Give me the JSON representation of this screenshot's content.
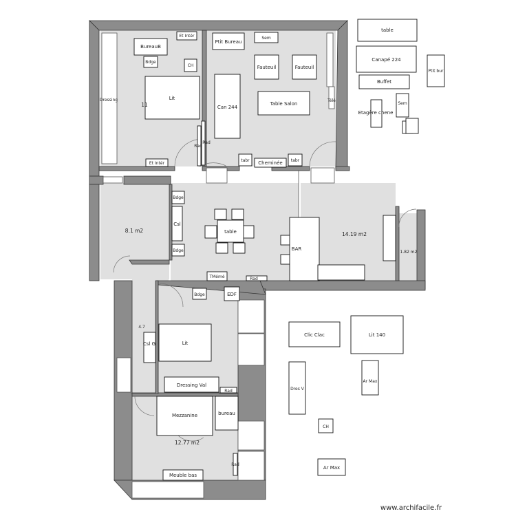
{
  "watermark": "www.archifacile.fr",
  "rooms": {
    "bedroom1_area": "11",
    "left_area": "8.1 m2",
    "right_area": "14.19 m2",
    "small_area": "1.82 m2",
    "bedroom2_area": "4.7",
    "mezz_area": "12.77 m2"
  },
  "furniture": {
    "et_inter_top": "Et Intér",
    "bureau_b": "BureauB",
    "bdge1": "Bdge",
    "ch1": "CH",
    "lit1": "Lit",
    "dressing": "Dressing",
    "rad1": "Rad",
    "rad2": "Rad",
    "et_inter_bottom": "Et Intér",
    "ptit_bureau": "Ptit Bureau",
    "sem1": "Sem",
    "fauteuil1": "Fauteuil",
    "fauteuil2": "Fauteuil",
    "can244": "Can 244",
    "table_salon": "Table Salon",
    "tele": "Télé",
    "tabr1": "tabr",
    "cheminee": "Cheminée",
    "tabr2": "tabr",
    "bdge2": "Bdge",
    "csl1": "Csl",
    "bdge3": "Bdge",
    "table_dining": "table",
    "bar": "BAR",
    "tmeme": "TMémé",
    "rad3": "Rad",
    "bdge4": "Bdge",
    "edf": "EDF",
    "csl2": "Csl G",
    "lit2": "Lit",
    "dressing_val": "Dressing Val",
    "rad4": "Rad",
    "mezzanine": "Mezzanine",
    "bureau2": "bureau",
    "rad5": "Rad",
    "meuble_bas": "Meuble bas",
    "loose_table": "table",
    "canape224": "Canapé 224",
    "ptit_bur": "Ptit bur",
    "buffet": "Buffet",
    "etagere": "Etagère chene",
    "sem2": "Sem",
    "clic_clac": "Clic Clac",
    "lit140": "Lit 140",
    "dres_v": "Dres V",
    "ar_max1": "Ar Max",
    "ch2": "CH",
    "ar_max2": "Ar Max"
  }
}
